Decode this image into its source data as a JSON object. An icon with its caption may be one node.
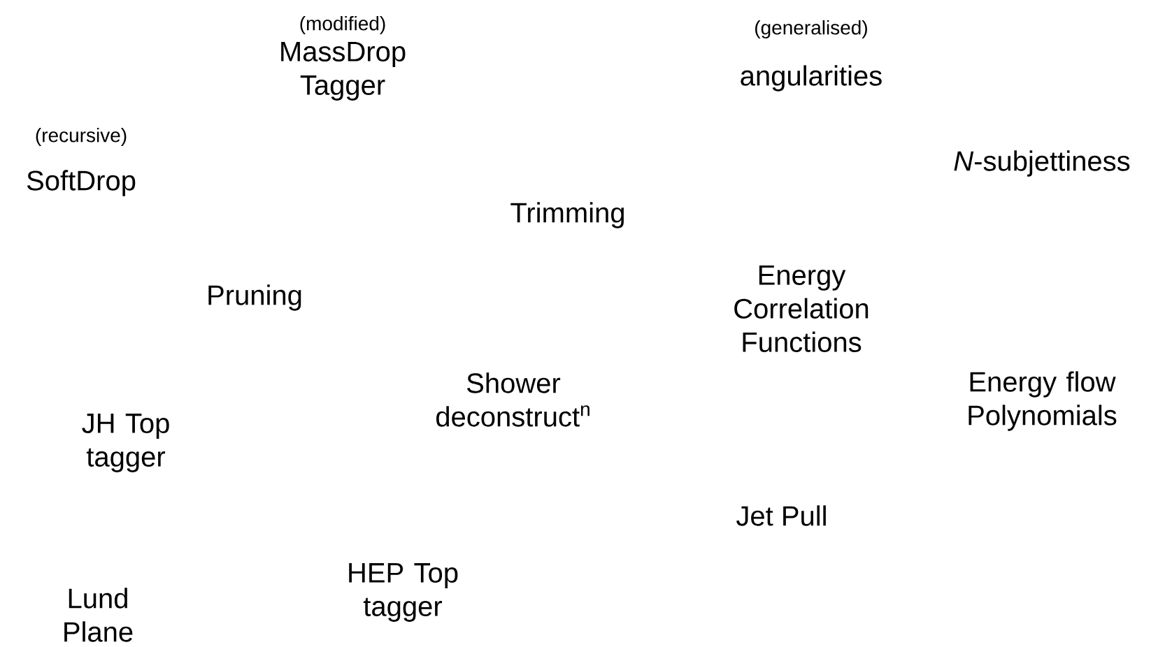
{
  "diagram": {
    "labels": [
      "(modified)",
      "(generalised)",
      "MassDrop Tagger",
      "angularities",
      "(recursive)",
      "*N*-subjettiness",
      "SoftDrop",
      "Trimming",
      "Pruning",
      "Energy Correlation Functions",
      "Shower deconstruct$^{n}$",
      "Energy flow Polynomials",
      "JH Top tagger",
      "Jet Pull",
      "HEP Top tagger",
      "Lund Plane"
    ]
  }
}
